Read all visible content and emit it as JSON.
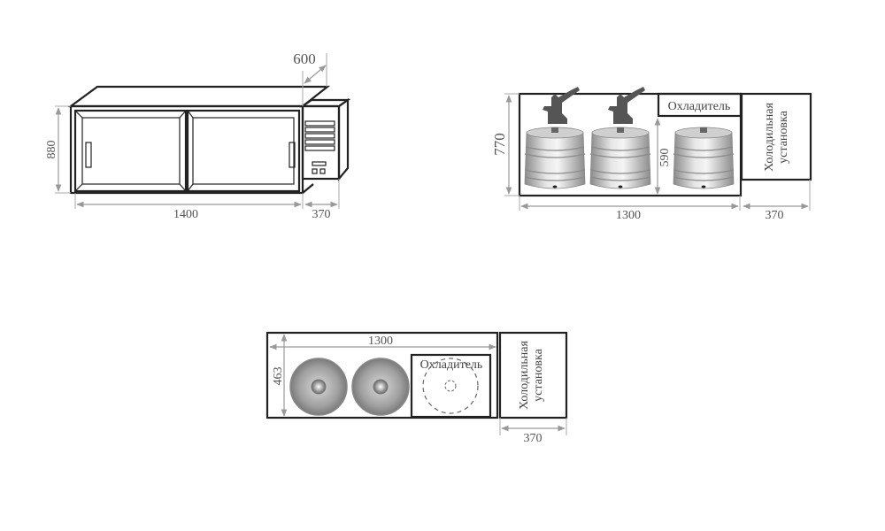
{
  "front_view": {
    "height_label": "880",
    "width_label": "1400",
    "unit_width_label": "370",
    "depth_label": "600"
  },
  "side_view": {
    "height_label": "770",
    "inner_height_label": "590",
    "width_label": "1300",
    "unit_width_label": "370",
    "cooler_label": "Охладитель",
    "unit_label_line1": "Холодильная",
    "unit_label_line2": "установка",
    "keg_count": 3,
    "tap_count": 2
  },
  "top_view": {
    "width_label": "1300",
    "depth_label": "463",
    "unit_width_label": "370",
    "cooler_label": "Охладитель",
    "unit_label_line1": "Холодильная",
    "unit_label_line2": "установка"
  },
  "colors": {
    "line": "#222222",
    "dimension": "#999999",
    "keg": "#b8b8b8"
  }
}
